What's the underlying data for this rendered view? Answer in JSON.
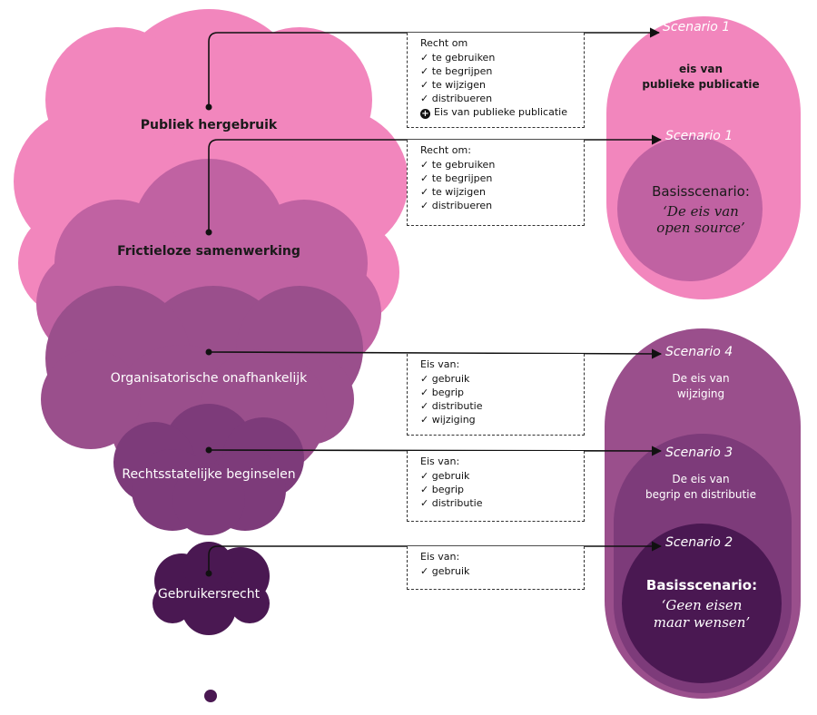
{
  "colors": {
    "pink": "#f286bd",
    "mauve": "#c062a2",
    "plum": "#9a4f8c",
    "purple": "#7d3b7a",
    "deep": "#4a1852"
  },
  "clouds": [
    {
      "label": "Publiek hergebruik"
    },
    {
      "label": "Frictieloze samenwerking"
    },
    {
      "label": "Organisatorische onafhankelijk"
    },
    {
      "label": "Rechtsstatelijke beginselen"
    },
    {
      "label": "Gebruikersrecht"
    }
  ],
  "boxes": [
    {
      "title": "Recht om",
      "items": [
        "te gebruiken",
        "te begrijpen",
        "te wijzigen",
        "distribueren"
      ],
      "extra": "Eis van publieke publicatie"
    },
    {
      "title": "Recht om:",
      "items": [
        "te gebruiken",
        "te begrijpen",
        "te wijzigen",
        "distribueren"
      ]
    },
    {
      "title": "Eis van:",
      "items": [
        "gebruik",
        "begrip",
        "distributie",
        "wijziging"
      ]
    },
    {
      "title": "Eis van:",
      "items": [
        "gebruik",
        "begrip",
        "distributie"
      ]
    },
    {
      "title": "Eis van:",
      "items": [
        "gebruik"
      ]
    }
  ],
  "scenarios": {
    "top_outer": {
      "tag": "Scenario 1",
      "line1": "eis van",
      "line2": "publieke publicatie"
    },
    "top_inner": {
      "tag": "Scenario 1",
      "title": "Basisscenario:",
      "line1": "‘De eis van",
      "line2": "open source’"
    },
    "bottom_outer": {
      "tag": "Scenario 4",
      "line1": "De eis van",
      "line2": "wijziging"
    },
    "bottom_mid": {
      "tag": "Scenario 3",
      "line1": "De eis van",
      "line2": "begrip en distributie"
    },
    "bottom_inner": {
      "tag": "Scenario 2",
      "title": "Basisscenario:",
      "line1": "‘Geen eisen",
      "line2": "maar wensen’"
    }
  }
}
